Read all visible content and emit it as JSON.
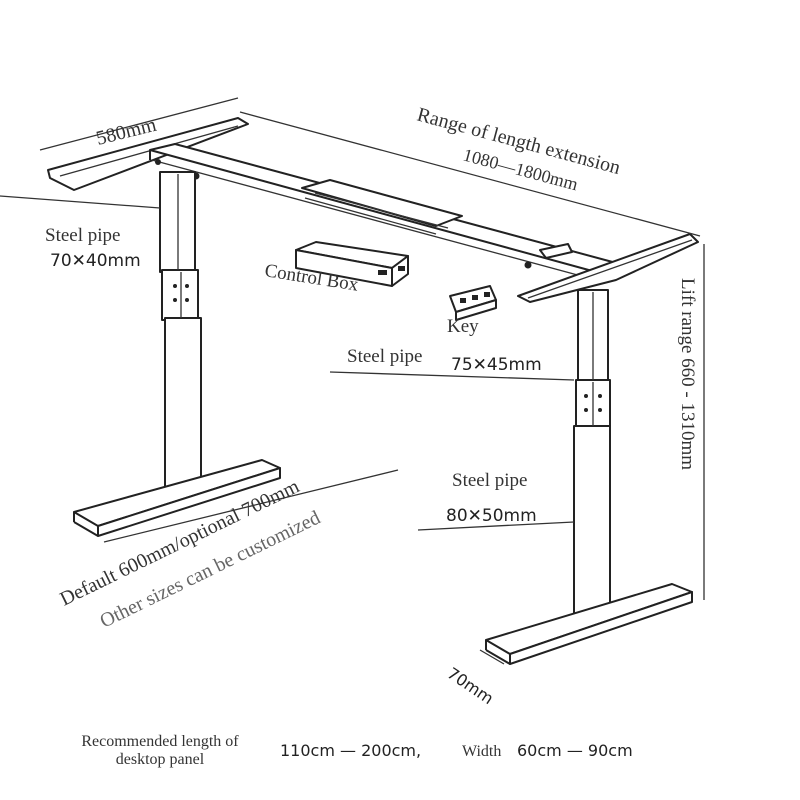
{
  "labels": {
    "frame_depth": "580mm",
    "length_range_title": "Range of length extension",
    "length_range_value": "1080—1800mm",
    "lift_range": "Lift range 660 - 1310mm",
    "upper_pipe_title": "Steel pipe",
    "upper_pipe_size": "70✕40mm",
    "control_box": "Control Box",
    "key": "Key",
    "middle_pipe_title": "Steel pipe",
    "middle_pipe_size": "75✕45mm",
    "lower_pipe_title": "Steel pipe",
    "lower_pipe_size": "80✕50mm",
    "foot_default": "Default 600mm/optional 700mm",
    "foot_custom": "Other sizes can be customized",
    "foot_width": "70mm",
    "panel_caption_line1": "Recommended length of",
    "panel_caption_line2": "desktop panel",
    "panel_length": "110cm — 200cm,",
    "panel_width_label": "Width",
    "panel_width": "60cm — 90cm"
  }
}
